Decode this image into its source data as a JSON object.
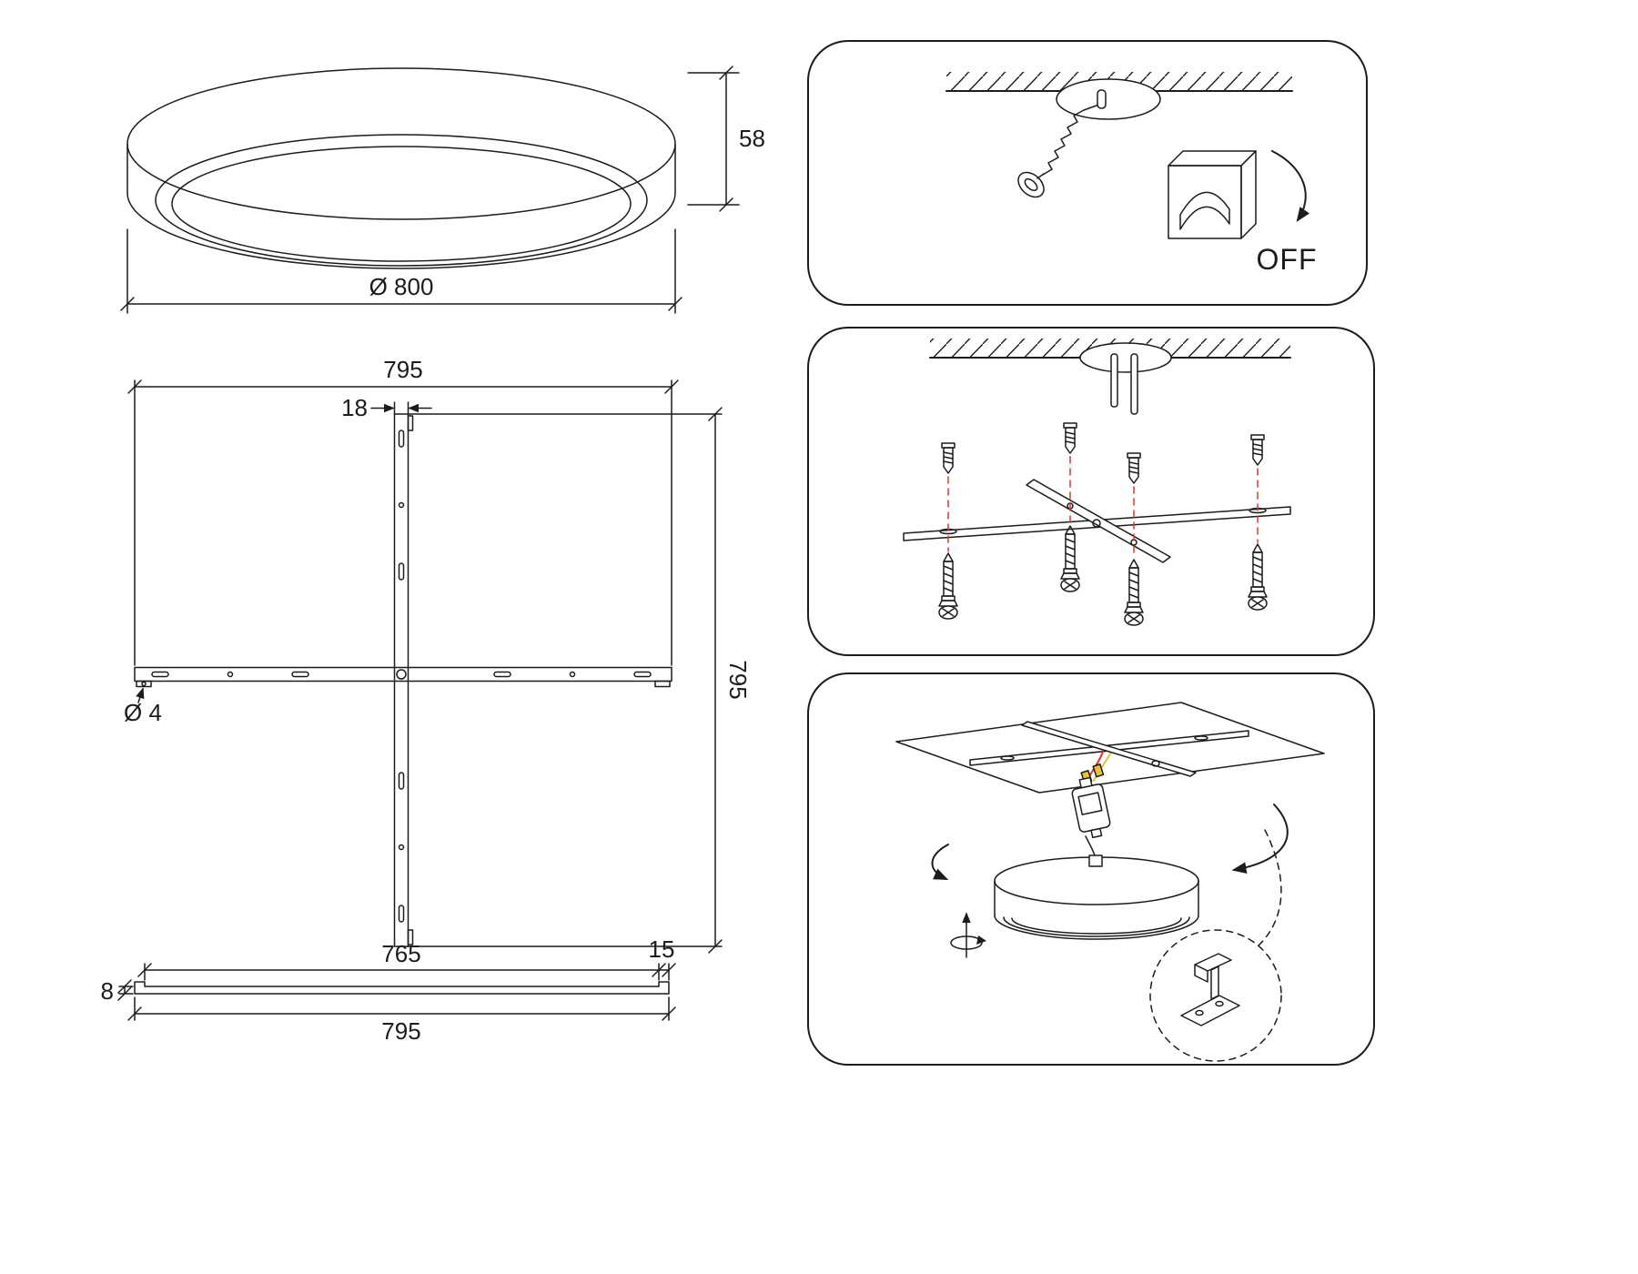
{
  "colors": {
    "line": "#1c1c1c",
    "red": "#d9382e",
    "yellow": "#e9c23b"
  },
  "dimensions": {
    "lamp": {
      "height": "58",
      "diameter": "Ø 800"
    },
    "cross": {
      "width": "795",
      "bar_width": "18",
      "height": "795",
      "hole": "Ø 4"
    },
    "strip": {
      "inner_length": "765",
      "tab_length": "15",
      "thickness": "8",
      "total_length": "795"
    }
  },
  "steps": {
    "step1": {
      "switch_label": "OFF",
      "icons": [
        "ceiling-hatch",
        "mounting-hole",
        "drill-tool-icon",
        "power-switch-icon",
        "curved-arrow-icon"
      ]
    },
    "step2": {
      "icons": [
        "ceiling-hatch",
        "mounting-hole",
        "power-wires",
        "cross-bracket",
        "wall-plug-icon",
        "screw-icon",
        "alignment-guide-lines"
      ]
    },
    "step3": {
      "icons": [
        "ceiling-plane",
        "cross-bracket",
        "wire-connector-icon",
        "led-driver",
        "lamp-body",
        "rotation-arrow-icon",
        "detail-circle",
        "mounting-clip"
      ]
    }
  }
}
